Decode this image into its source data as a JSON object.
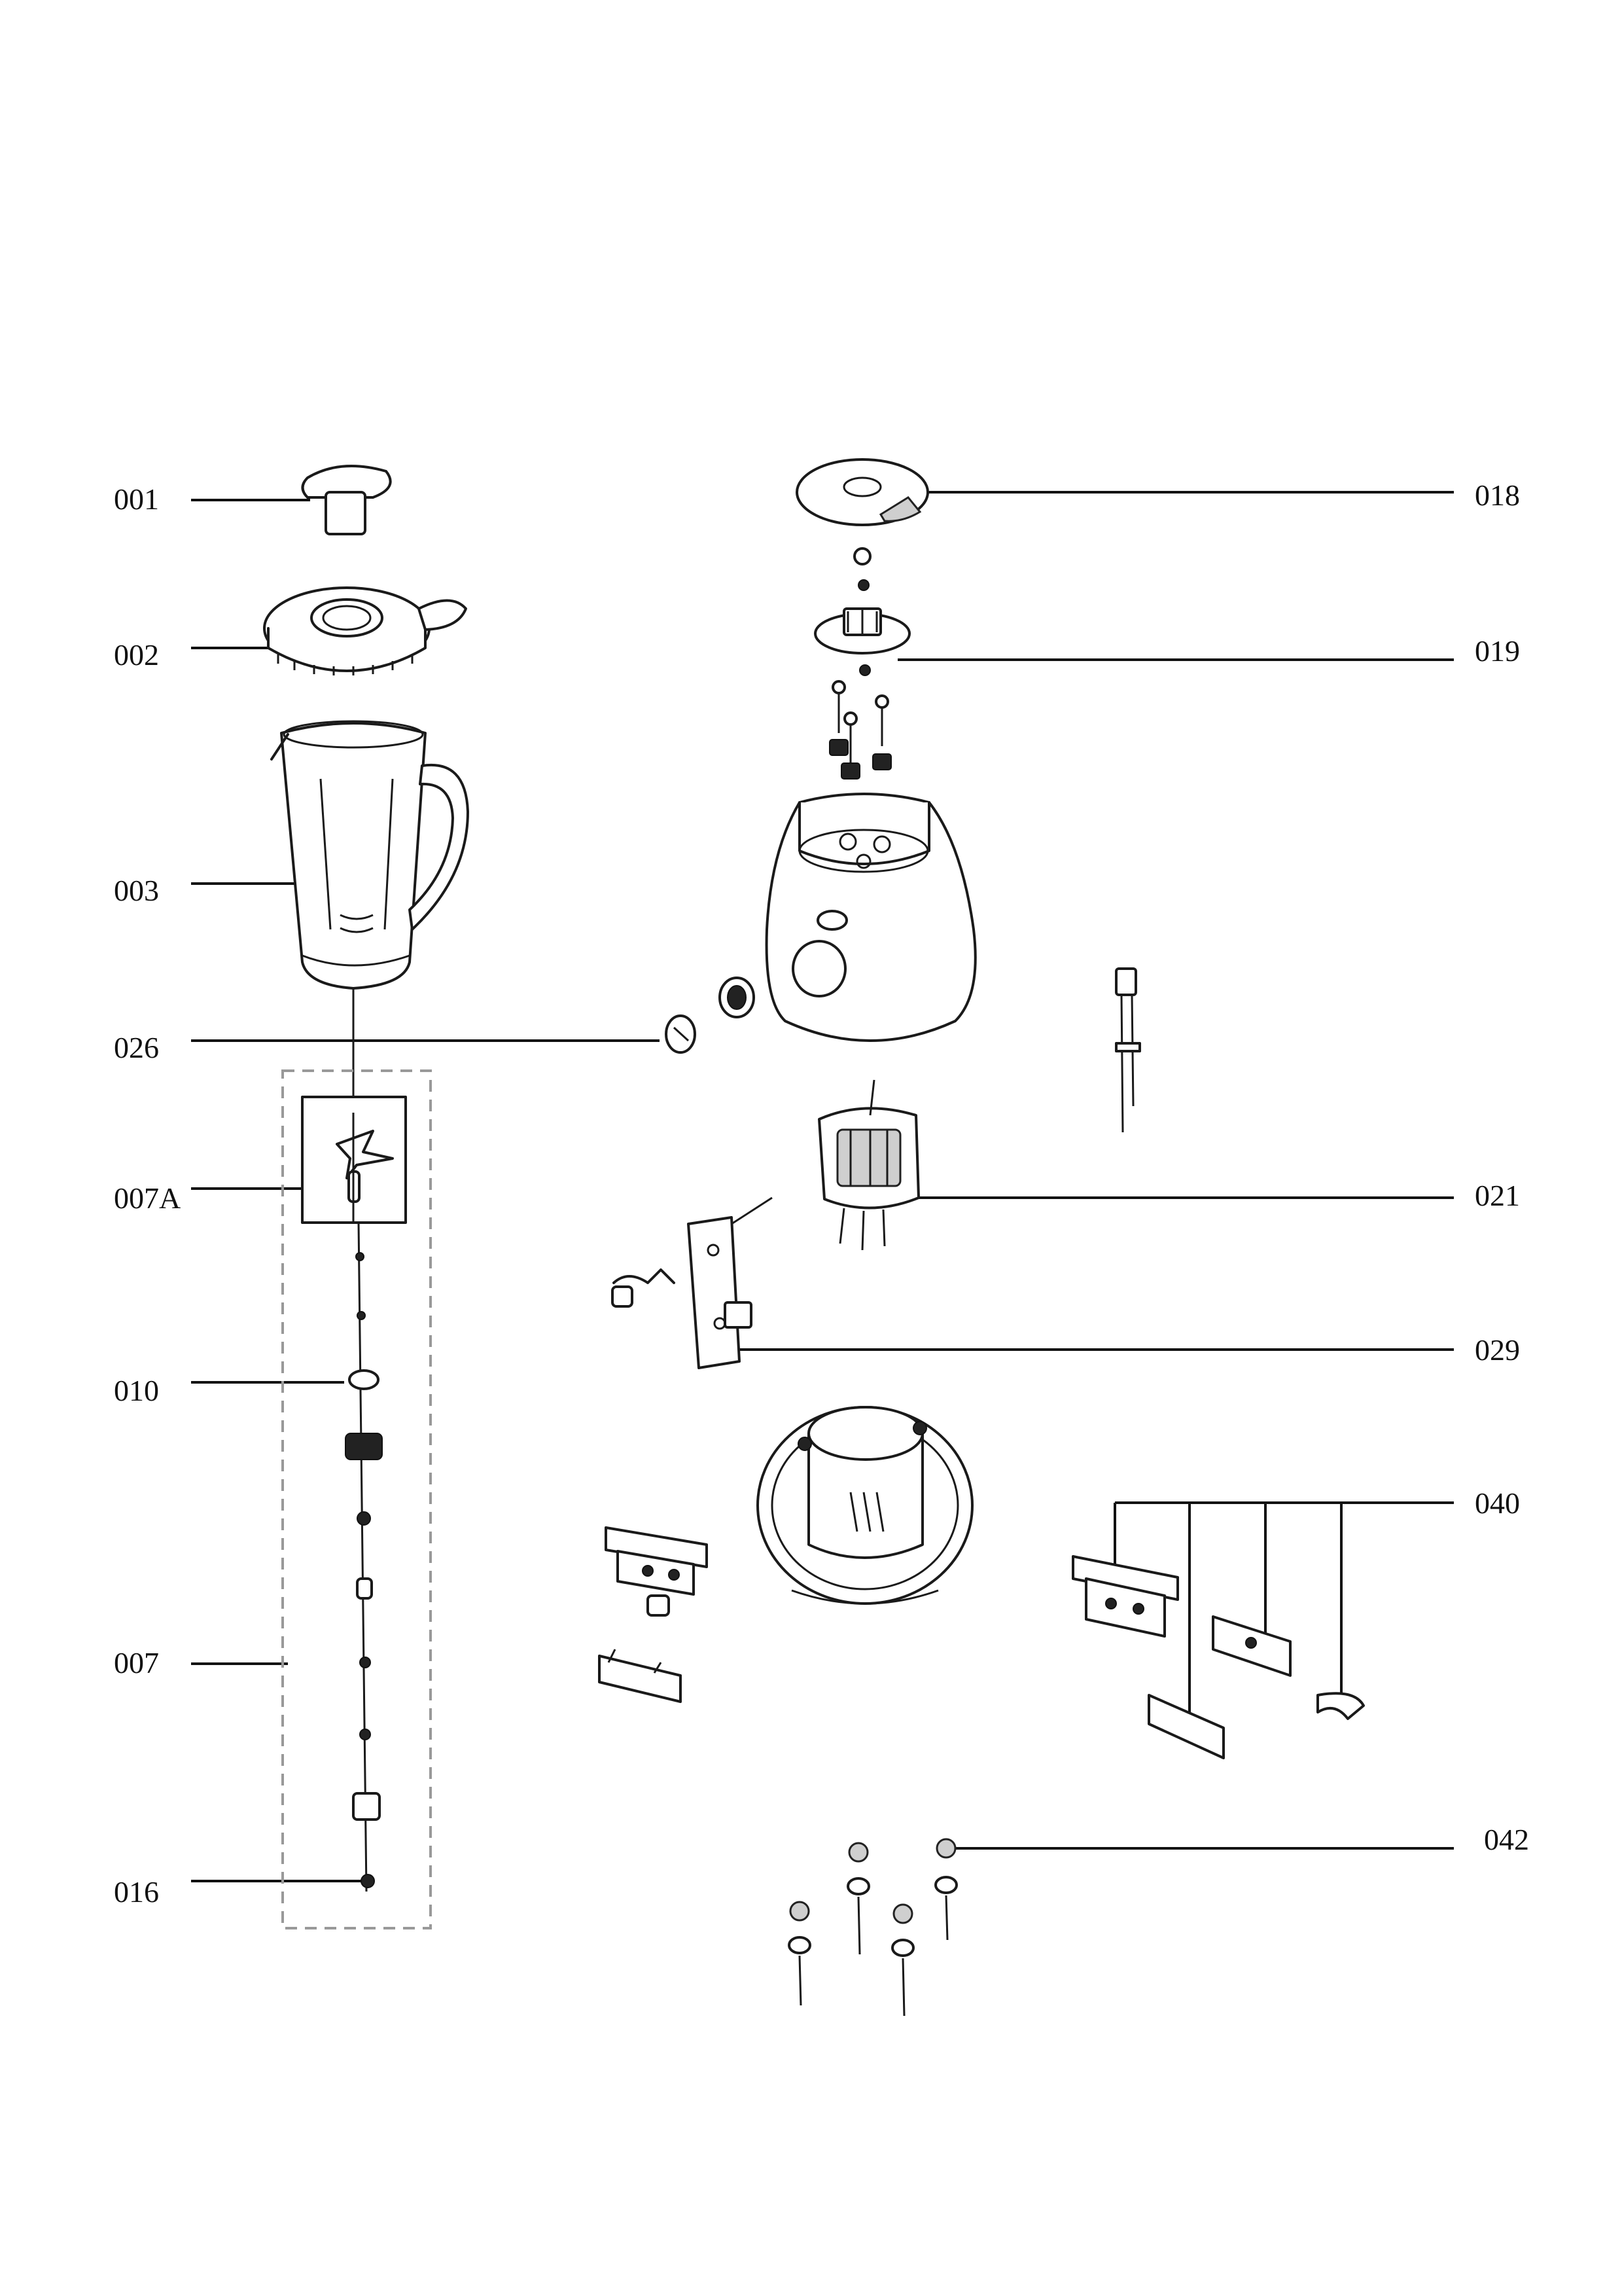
{
  "diagram": {
    "labels": {
      "l001": "001",
      "l002": "002",
      "l003": "003",
      "l026": "026",
      "l007A": "007A",
      "l010": "010",
      "l007": "007",
      "l016": "016",
      "l018": "018",
      "l019": "019",
      "l021": "021",
      "l029": "029",
      "l040": "040",
      "l042": "042"
    }
  }
}
